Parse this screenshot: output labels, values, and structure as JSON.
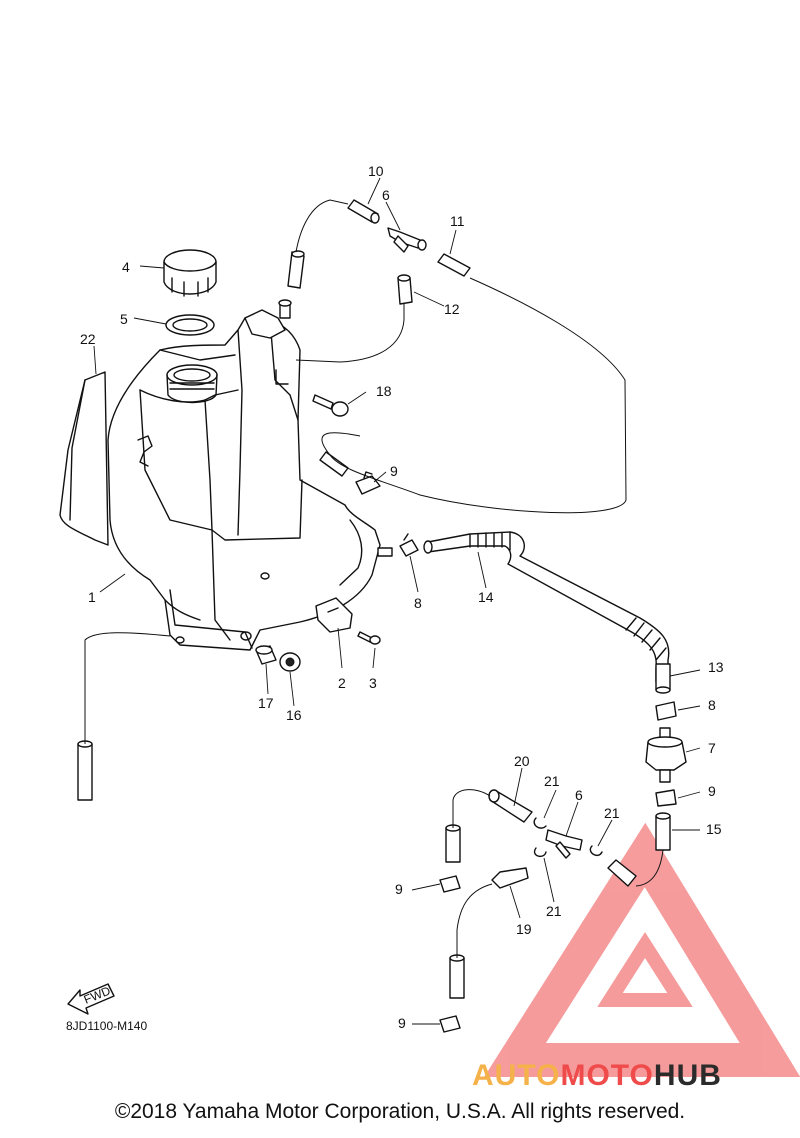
{
  "diagram": {
    "code": "8JD1100-M140",
    "fwd_label": "FWD",
    "callouts": [
      {
        "id": "c1",
        "text": "1"
      },
      {
        "id": "c2",
        "text": "2"
      },
      {
        "id": "c3",
        "text": "3"
      },
      {
        "id": "c4",
        "text": "4"
      },
      {
        "id": "c5",
        "text": "5"
      },
      {
        "id": "c6a",
        "text": "6"
      },
      {
        "id": "c6b",
        "text": "6"
      },
      {
        "id": "c7",
        "text": "7"
      },
      {
        "id": "c8a",
        "text": "8"
      },
      {
        "id": "c8b",
        "text": "8"
      },
      {
        "id": "c9a",
        "text": "9"
      },
      {
        "id": "c9b",
        "text": "9"
      },
      {
        "id": "c9c",
        "text": "9"
      },
      {
        "id": "c9d",
        "text": "9"
      },
      {
        "id": "c10",
        "text": "10"
      },
      {
        "id": "c11",
        "text": "11"
      },
      {
        "id": "c12",
        "text": "12"
      },
      {
        "id": "c13",
        "text": "13"
      },
      {
        "id": "c14",
        "text": "14"
      },
      {
        "id": "c15",
        "text": "15"
      },
      {
        "id": "c16",
        "text": "16"
      },
      {
        "id": "c17",
        "text": "17"
      },
      {
        "id": "c18",
        "text": "18"
      },
      {
        "id": "c19",
        "text": "19"
      },
      {
        "id": "c20",
        "text": "20"
      },
      {
        "id": "c21a",
        "text": "21"
      },
      {
        "id": "c21b",
        "text": "21"
      },
      {
        "id": "c21c",
        "text": "21"
      },
      {
        "id": "c22",
        "text": "22"
      }
    ]
  },
  "watermark": {
    "part1": "AUTO",
    "part2": "MOTO",
    "part3": "HUB",
    "color_auto": "#f5b24a",
    "color_moto": "#ef4b4b",
    "color_hub": "#2b2b2b",
    "logo_color": "#ef4b4b"
  },
  "footer": {
    "copyright": "©2018 Yamaha Motor Corporation, U.S.A. All rights reserved."
  }
}
